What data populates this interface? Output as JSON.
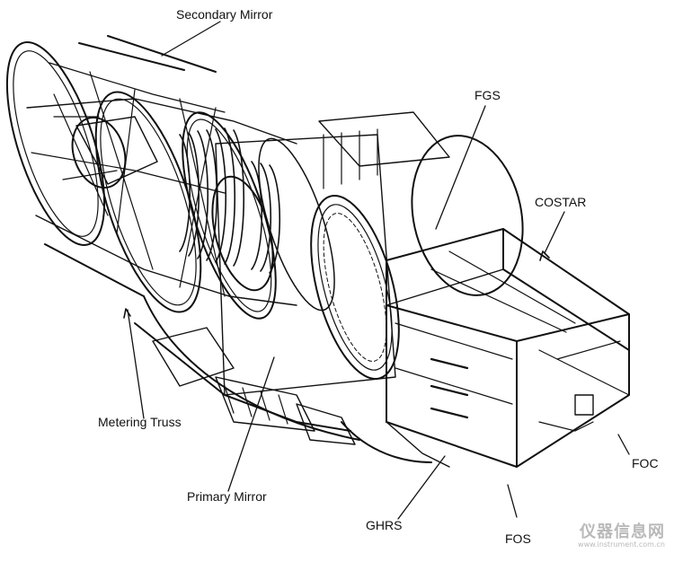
{
  "labels": {
    "secondary_mirror": "Secondary Mirror",
    "fgs": "FGS",
    "costar": "COSTAR",
    "metering_truss": "Metering Truss",
    "primary_mirror": "Primary Mirror",
    "ghrs": "GHRS",
    "fos": "FOS",
    "foc": "FOC"
  },
  "watermark": {
    "text": "仪器信息网",
    "url": "www.instrument.com.cn"
  },
  "colors": {
    "ink": "#111111",
    "watermark": "#b9b9b9"
  }
}
